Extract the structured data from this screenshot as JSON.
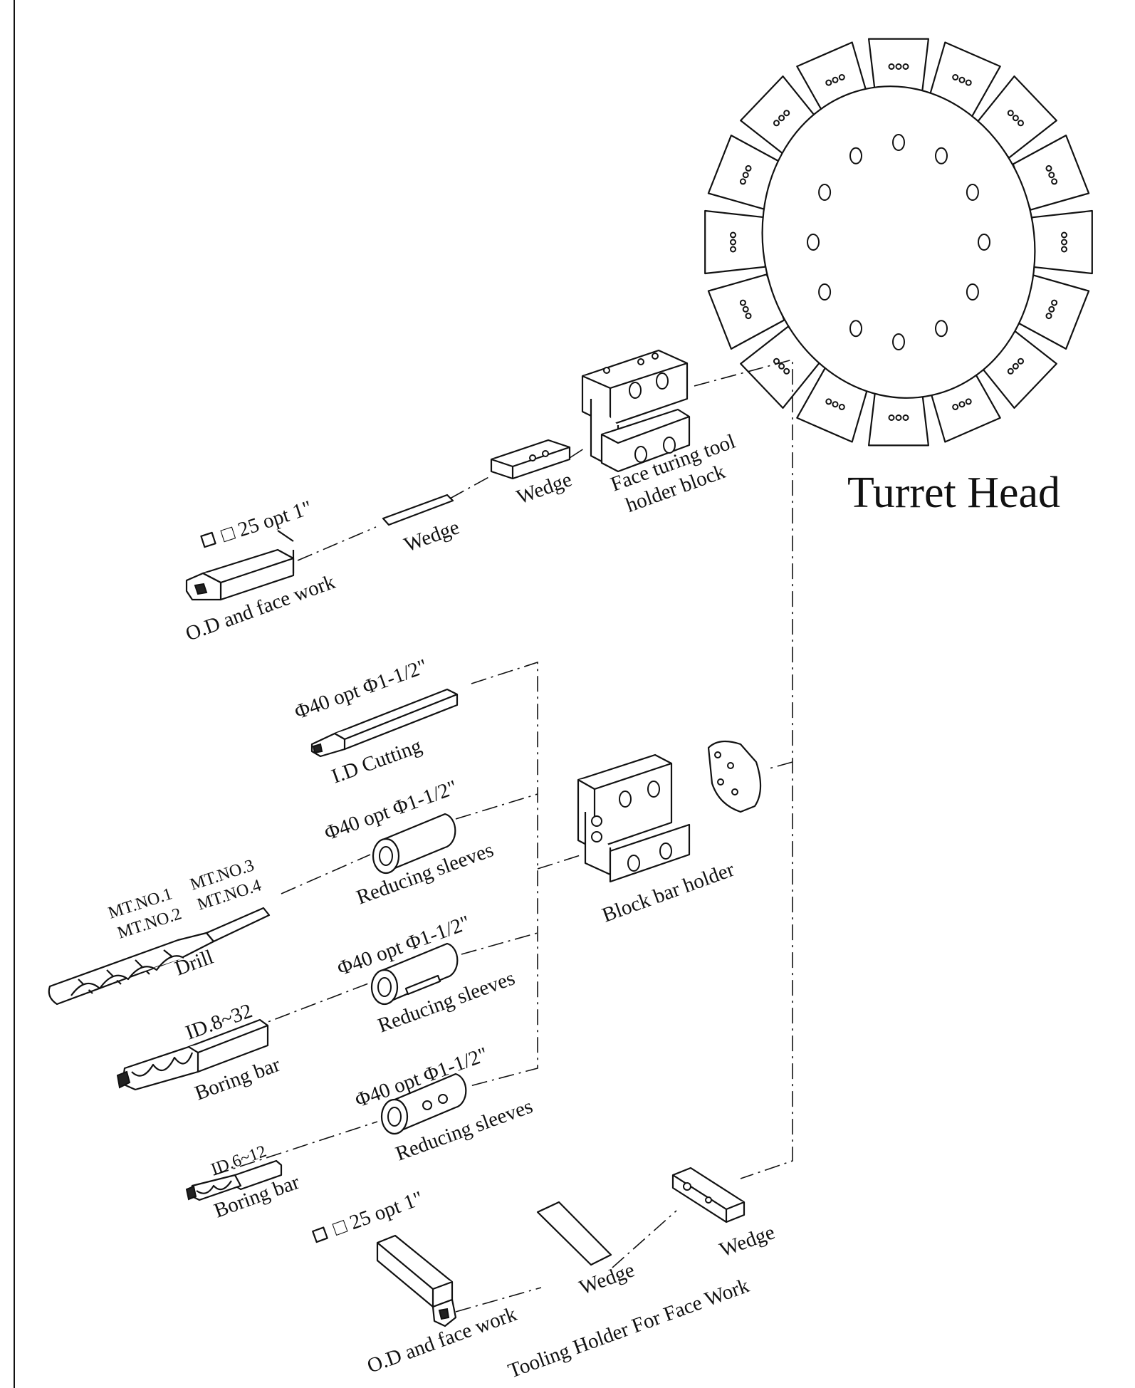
{
  "title": "Turret Head",
  "labels": {
    "od_top_size": "□ 25 opt 1\"",
    "od_top": "O.D and face work",
    "wedge_top_1": "Wedge",
    "wedge_top_2": "Wedge",
    "face_block_1": "Face turing tool",
    "face_block_2": "holder block",
    "id_cut_size": "Φ40 opt Φ1-1/2\"",
    "id_cut": "I.D  Cutting",
    "sleeve1_size": "Φ40 opt Φ1-1/2\"",
    "sleeve1": "Reducing sleeves",
    "mt_1": "MT.NO.1",
    "mt_3": "MT.NO.3",
    "mt_2": "MT.NO.2",
    "mt_4": "MT.NO.4",
    "drill": "Drill",
    "sleeve2_size": "Φ40 opt Φ1-1/2\"",
    "sleeve2": "Reducing sleeves",
    "boring1_size": "ID.8~32",
    "boring1": "Boring bar",
    "sleeve3_size": "Φ40 opt Φ1-1/2\"",
    "sleeve3": "Reducing sleeves",
    "boring2_size": "ID.6~12",
    "boring2": "Boring bar",
    "block_bar": "Block bar holder",
    "od_bottom_size": "□ 25 opt 1\"",
    "od_bottom": "O.D and face work",
    "wedge_bottom_1": "Wedge",
    "wedge_bottom_2": "Wedge",
    "face_holder": "Tooling Holder For Face Work"
  }
}
